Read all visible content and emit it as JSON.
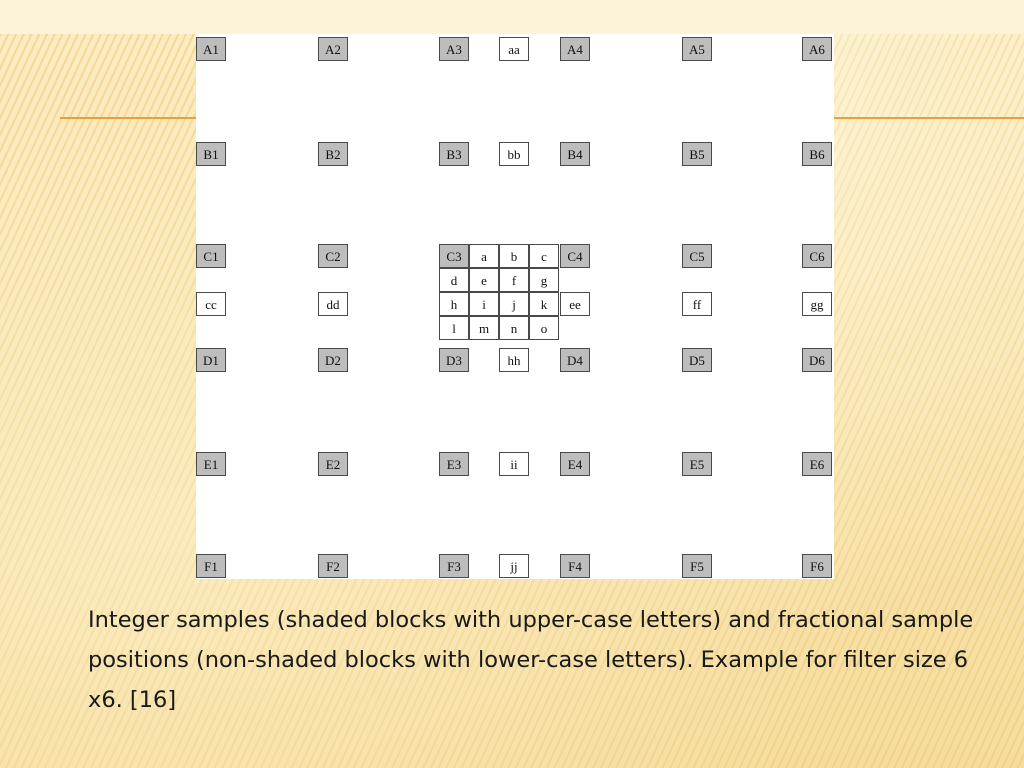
{
  "figure": {
    "integer_rows": [
      [
        "A1",
        "A2",
        "A3",
        "A4",
        "A5",
        "A6"
      ],
      [
        "B1",
        "B2",
        "B3",
        "B4",
        "B5",
        "B6"
      ],
      [
        "C1",
        "C2",
        "C3",
        "C4",
        "C5",
        "C6"
      ],
      [
        "D1",
        "D2",
        "D3",
        "D4",
        "D5",
        "D6"
      ],
      [
        "E1",
        "E2",
        "E3",
        "E4",
        "E5",
        "E6"
      ],
      [
        "F1",
        "F2",
        "F3",
        "F4",
        "F5",
        "F6"
      ]
    ],
    "central_column": [
      "aa",
      "bb",
      "hh",
      "ii",
      "jj"
    ],
    "horizontal_row": [
      "cc",
      "dd",
      "ee",
      "ff",
      "gg"
    ],
    "subpel_grid": [
      [
        "a",
        "b",
        "c"
      ],
      [
        "d",
        "e",
        "f",
        "g"
      ],
      [
        "h",
        "i",
        "j",
        "k"
      ],
      [
        "l",
        "m",
        "n",
        "o"
      ]
    ]
  },
  "caption": "Integer samples (shaded blocks with upper-case letters) and fractional sample positions (non-shaded blocks with lower-case letters). Example for filter size 6 x6. [16]"
}
